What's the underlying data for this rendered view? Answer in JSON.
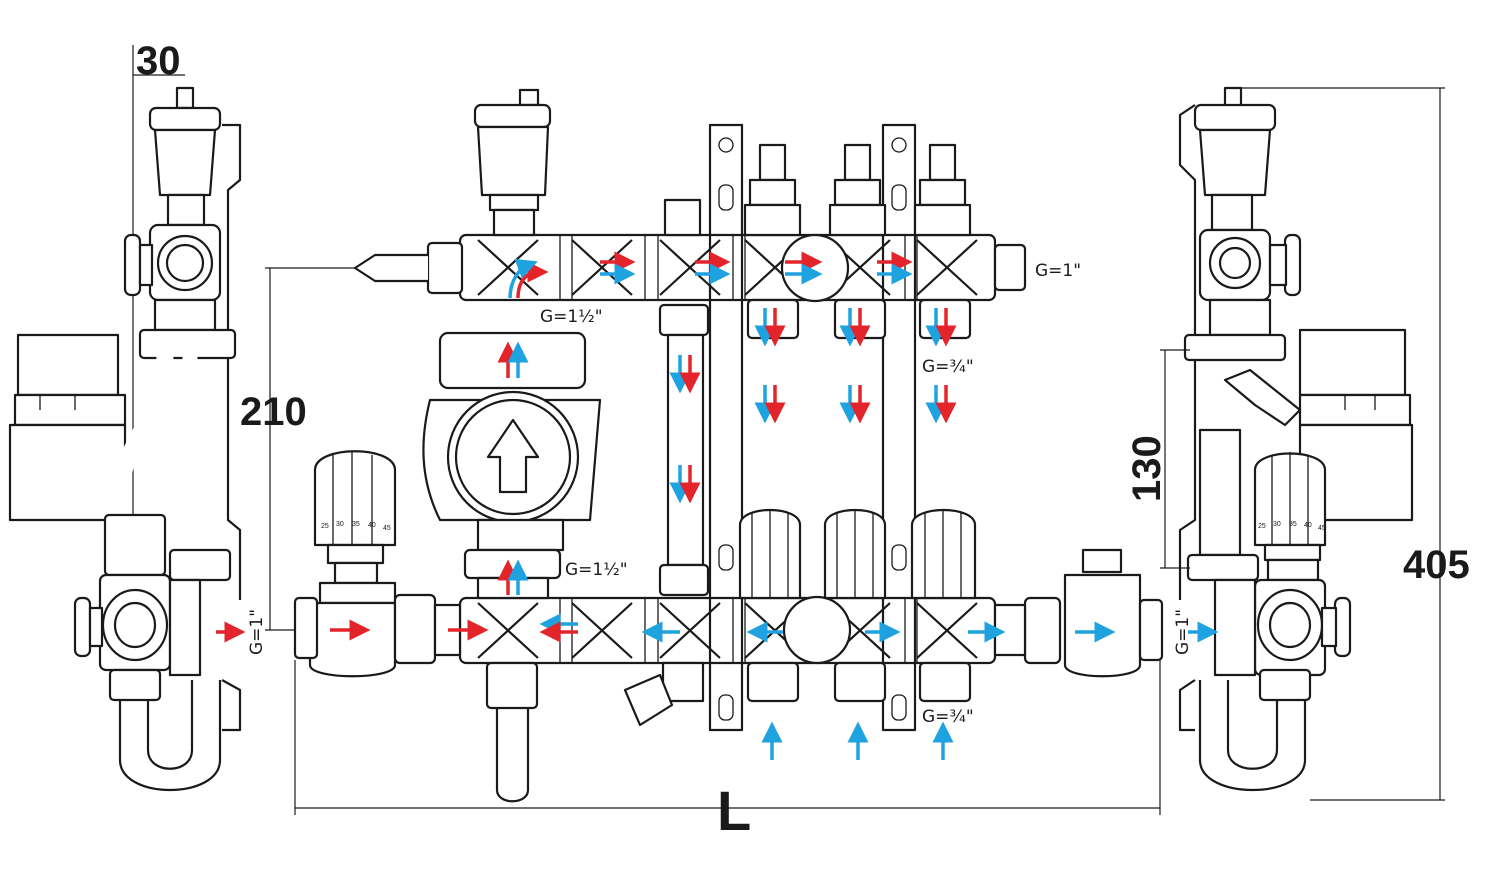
{
  "dimensions": {
    "top_width": "30",
    "height_inlet": "210",
    "height_pump": "130",
    "total_height": "405",
    "length": "L"
  },
  "threads": {
    "inlet_side": "G=1\"",
    "outlet_side": "G=1\"",
    "top_right": "G=1\"",
    "pump_top": "G=1½\"",
    "pump_bottom": "G=1½\"",
    "circuit_supply": "G=¾\"",
    "circuit_return": "G=¾\""
  },
  "thermostat_scales": {
    "left_head": [
      "25",
      "30",
      "35",
      "40",
      "45"
    ],
    "right_head": [
      "25",
      "30",
      "35",
      "40",
      "45"
    ]
  },
  "colors": {
    "hot_flow": "#e3242b",
    "cold_flow": "#1fa2e0",
    "line": "#1a1a1a"
  }
}
